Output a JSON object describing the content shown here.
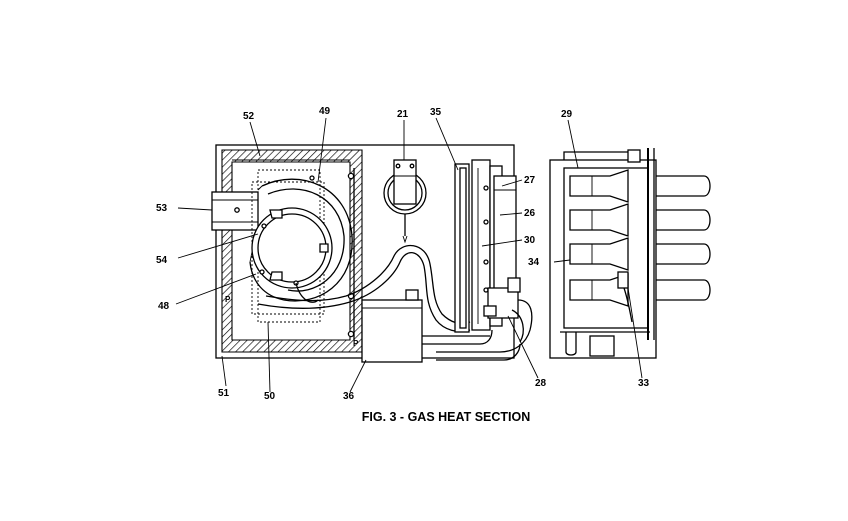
{
  "caption": "FIG. 3 - GAS HEAT SECTION",
  "labels": {
    "l52": "52",
    "l49": "49",
    "l21": "21",
    "l35": "35",
    "l29": "29",
    "l27": "27",
    "l26": "26",
    "l30": "30",
    "l53": "53",
    "l54": "54",
    "l34": "34",
    "l48": "48",
    "l28": "28",
    "l33": "33",
    "l51": "51",
    "l50": "50",
    "l36": "36"
  }
}
